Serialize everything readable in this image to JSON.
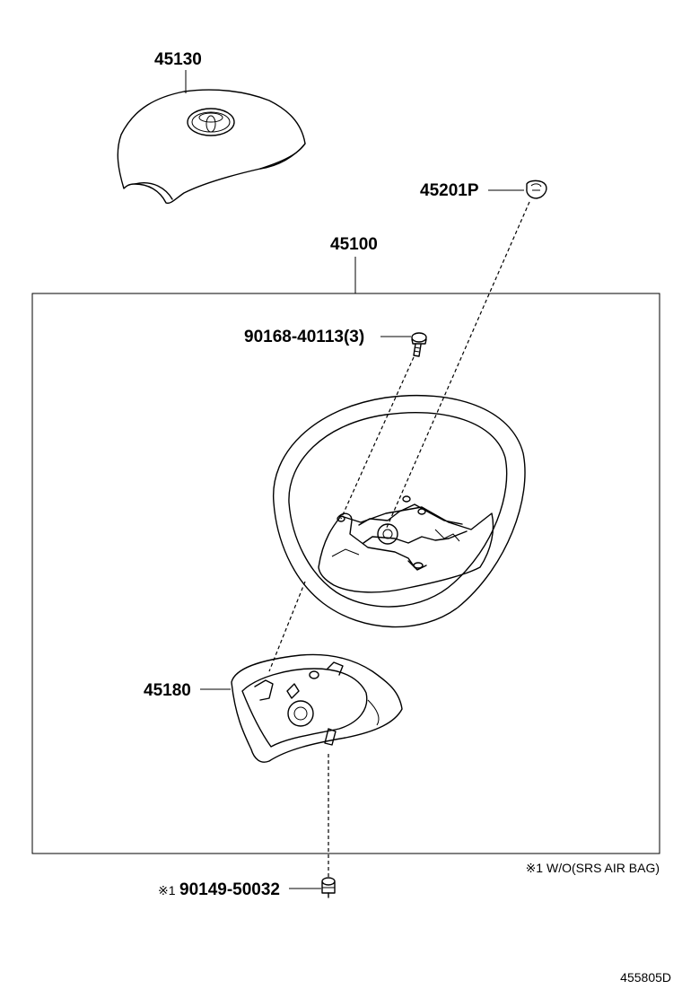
{
  "parts": {
    "horn_pad": "45130",
    "clip": "45201P",
    "wheel_assembly": "45100",
    "screw": "90168-40113(3)",
    "lower_cover": "45180",
    "cover_screw": "90149-50032",
    "cover_screw_mark": "※1"
  },
  "note": "※1 W/O(SRS AIR BAG)",
  "diagram_id": "455805D"
}
